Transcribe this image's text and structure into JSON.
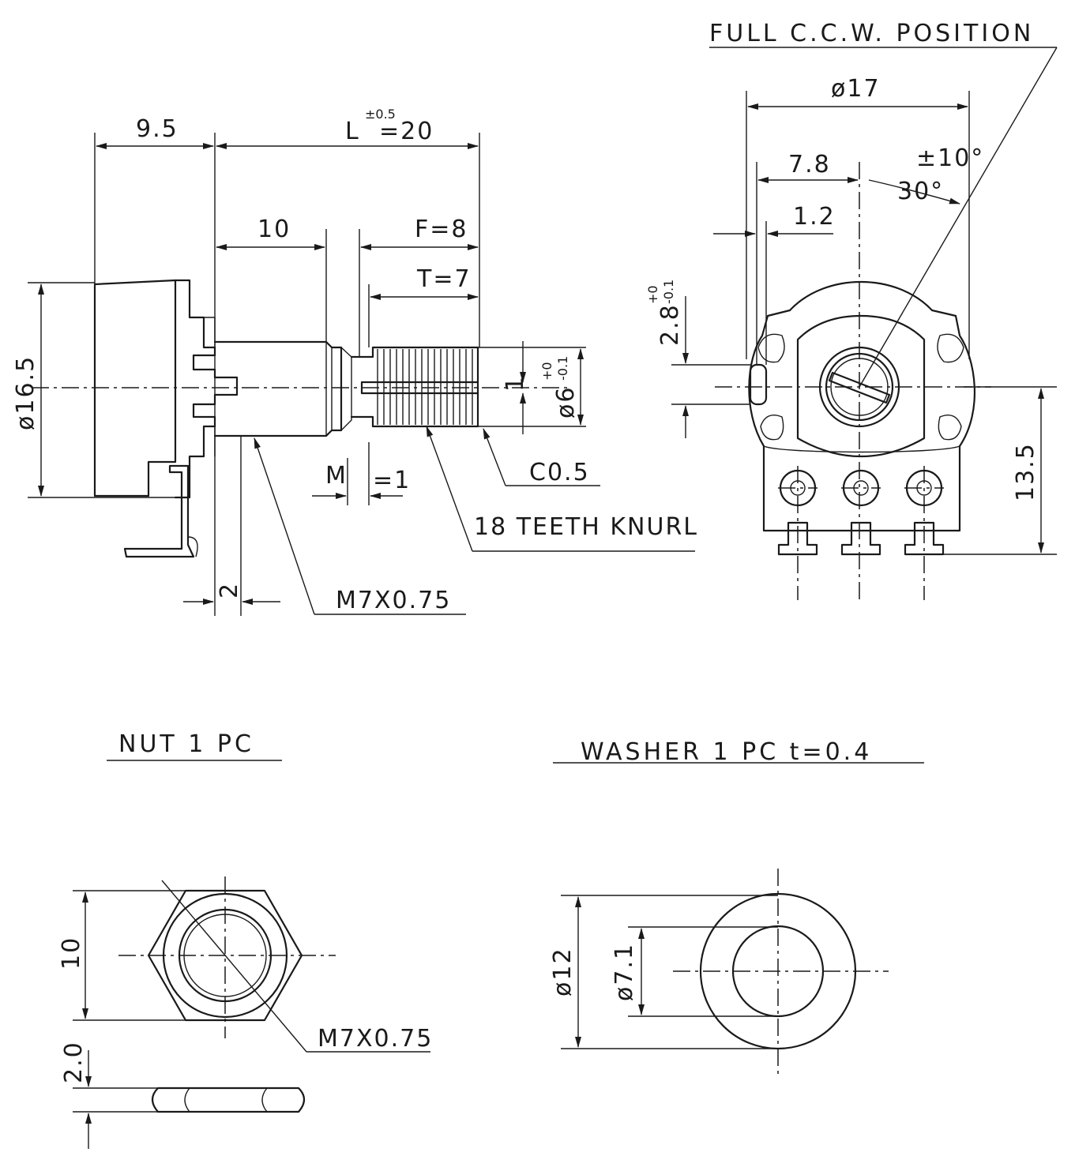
{
  "front_view": {
    "dim_body_depth": "9.5",
    "dim_length_label": "L",
    "dim_length_tolerance": "±0.5",
    "dim_length_value": "=20",
    "dim_bushing": "10",
    "dim_flat": "F=8",
    "dim_teeth": "T=7",
    "dim_diameter_body": "ø16.5",
    "dim_shaft_diameter": "ø6",
    "dim_shaft_tolerance_upper": "+0",
    "dim_shaft_tolerance_lower": "-0.1",
    "dim_slot_width": "1",
    "dim_chamfer": "C0.5",
    "dim_m_label": "M",
    "dim_m_value": "=1",
    "label_knurl": "18 TEETH KNURL",
    "dim_washer_gap": "2",
    "label_thread": "M7X0.75"
  },
  "end_view": {
    "title": "FULL C.C.W. POSITION",
    "dim_diameter": "ø17",
    "dim_offset": "7.8",
    "dim_tab_width": "1.2",
    "dim_angle_tolerance": "±10°",
    "dim_angle": "30°",
    "dim_tab_height": "2.8",
    "dim_tab_tolerance_upper": "+0",
    "dim_tab_tolerance_lower": "-0.1",
    "dim_terminal_height": "13.5"
  },
  "nut": {
    "title": "NUT 1 PC",
    "dim_across_flats": "10",
    "label_thread": "M7X0.75",
    "dim_thickness": "2.0"
  },
  "washer": {
    "title": "WASHER 1 PC  t=0.4",
    "dim_outer": "ø12",
    "dim_inner": "ø7.1"
  }
}
